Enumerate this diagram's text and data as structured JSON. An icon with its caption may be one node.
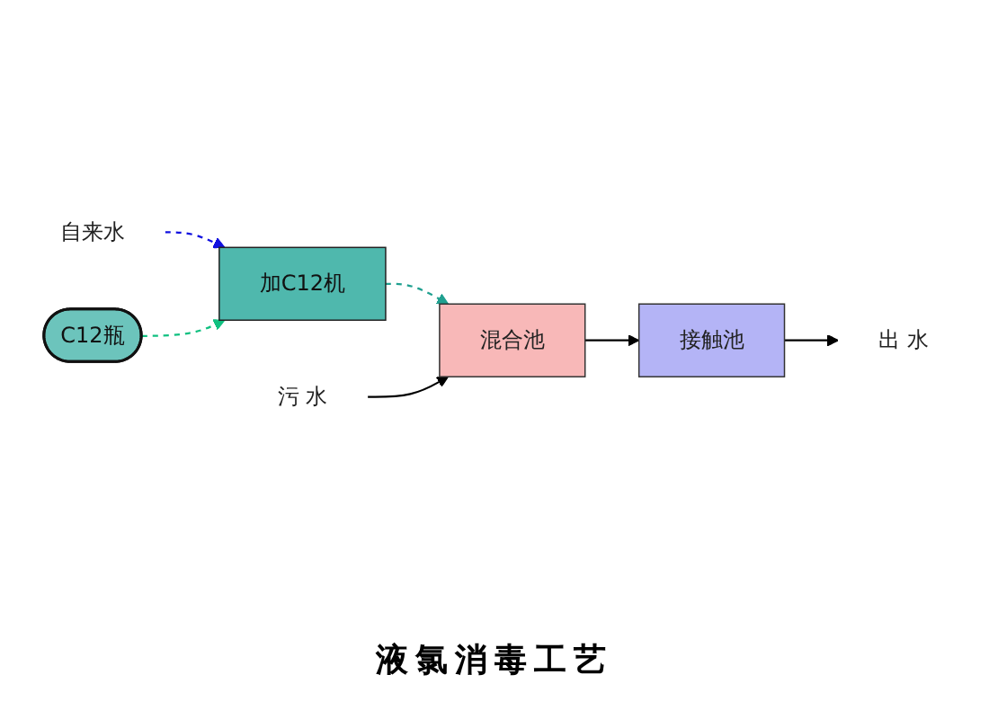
{
  "diagram": {
    "title": "液氯消毒工艺",
    "nodes": [
      {
        "text": [
          "自来水"
        ]
      },
      {
        "text": [
          "C12瓶"
        ]
      },
      {
        "text": [
          "加C12机"
        ]
      },
      {
        "text": [
          "污 水"
        ]
      },
      {
        "text": [
          "混合池"
        ]
      },
      {
        "text": [
          "接触池"
        ]
      },
      {
        "text": [
          "出 水"
        ]
      }
    ],
    "edges": [
      {
        "from": 0,
        "to": 2,
        "arrow": "to",
        "style": "dashed",
        "color": "#1010e0"
      },
      {
        "from": 1,
        "to": 2,
        "arrow": "to",
        "style": "dashed",
        "color": "#10c080"
      },
      {
        "from": 2,
        "to": 4,
        "arrow": "to",
        "style": "dashed",
        "color": "#20a090"
      },
      {
        "from": 3,
        "to": 4,
        "arrow": "to"
      },
      {
        "from": 4,
        "to": 5,
        "arrow": "to"
      },
      {
        "from": 5,
        "to": 6,
        "arrow": "to"
      }
    ]
  }
}
